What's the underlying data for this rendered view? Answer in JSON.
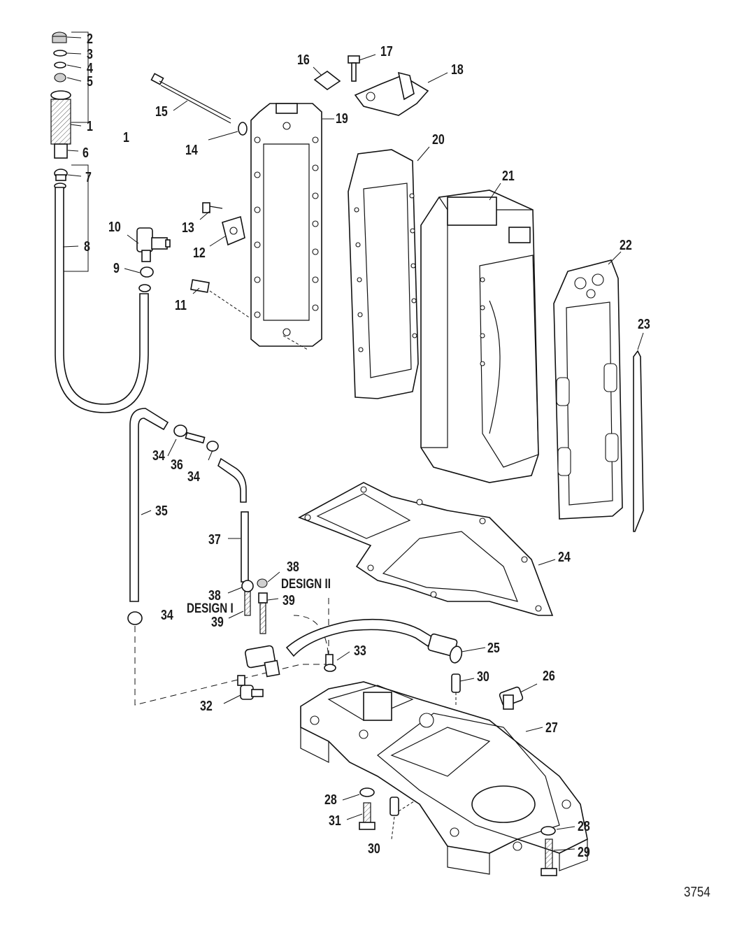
{
  "callouts": {
    "c1": "1",
    "c1b": "1",
    "c2": "2",
    "c3": "3",
    "c4": "4",
    "c5": "5",
    "c6": "6",
    "c7": "7",
    "c8": "8",
    "c9": "9",
    "c10": "10",
    "c11": "11",
    "c12": "12",
    "c13": "13",
    "c14": "14",
    "c15": "15",
    "c16": "16",
    "c17": "17",
    "c18": "18",
    "c19": "19",
    "c20": "20",
    "c21": "21",
    "c22": "22",
    "c23": "23",
    "c24": "24",
    "c25": "25",
    "c26": "26",
    "c27": "27",
    "c28a": "28",
    "c28b": "28",
    "c29": "29",
    "c30a": "30",
    "c30b": "30",
    "c31": "31",
    "c32": "32",
    "c33": "33",
    "c34a": "34",
    "c34b": "34",
    "c34c": "34",
    "c35": "35",
    "c36": "36",
    "c37": "37",
    "c38a": "38",
    "c38b": "38",
    "c39a": "39",
    "c39b": "39",
    "design1": "DESIGN I",
    "design2": "DESIGN II"
  },
  "figure_number": "3754"
}
